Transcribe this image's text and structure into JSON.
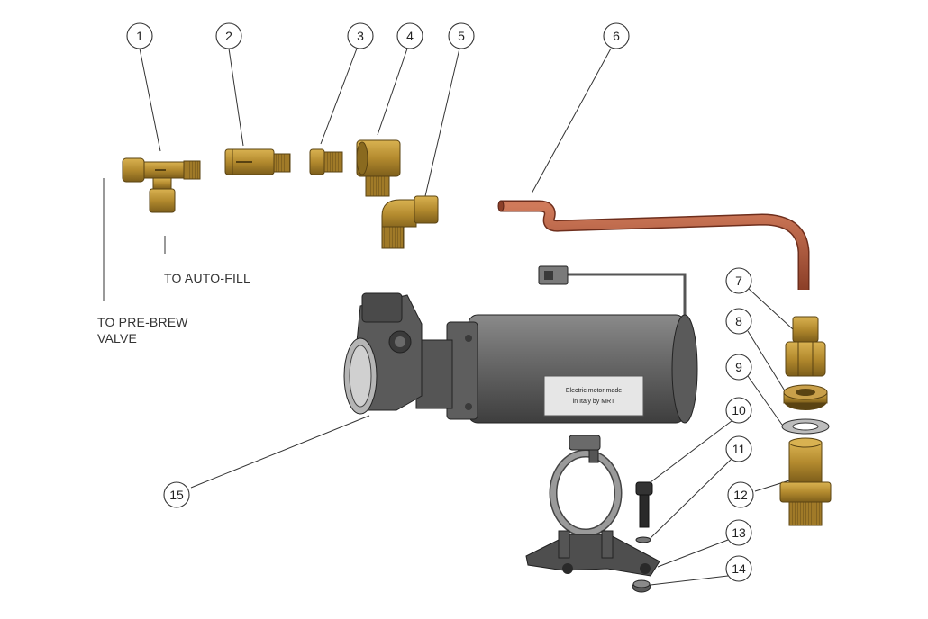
{
  "diagram": {
    "callouts": [
      {
        "id": "1",
        "label": "1"
      },
      {
        "id": "2",
        "label": "2"
      },
      {
        "id": "3",
        "label": "3"
      },
      {
        "id": "4",
        "label": "4"
      },
      {
        "id": "5",
        "label": "5"
      },
      {
        "id": "6",
        "label": "6"
      },
      {
        "id": "7",
        "label": "7"
      },
      {
        "id": "8",
        "label": "8"
      },
      {
        "id": "9",
        "label": "9"
      },
      {
        "id": "10",
        "label": "10"
      },
      {
        "id": "11",
        "label": "11"
      },
      {
        "id": "12",
        "label": "12"
      },
      {
        "id": "13",
        "label": "13"
      },
      {
        "id": "14",
        "label": "14"
      },
      {
        "id": "15",
        "label": "15"
      }
    ],
    "notes": {
      "auto_fill": "TO AUTO-FILL",
      "pre_brew_line1": "TO PRE-BREW",
      "pre_brew_line2": "VALVE"
    },
    "motor_label": {
      "line1": "Electric motor made",
      "line2": "in Italy by MRT"
    },
    "colors": {
      "brass": "#b38a2e",
      "copper": "#b0553a",
      "motor_grey": "#6b6b6b"
    }
  }
}
